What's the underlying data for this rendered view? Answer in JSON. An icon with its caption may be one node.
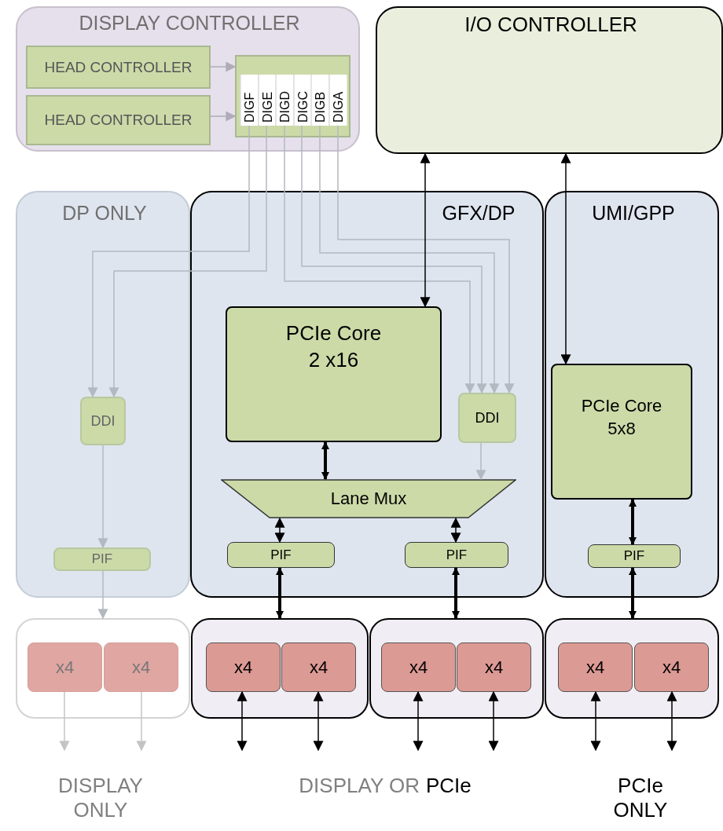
{
  "diagram": {
    "nodes": [
      {
        "text": [
          "DISPLAY CONTROLLER"
        ]
      },
      {
        "text": [
          "HEAD CONTROLLER"
        ],
        "in": 0
      },
      {
        "text": [
          "HEAD CONTROLLER"
        ],
        "in": 0
      },
      {
        "text": [],
        "shape": "box",
        "in": 0
      },
      {
        "text": [
          "DIGF"
        ],
        "in": 3
      },
      {
        "text": [
          "DIGE"
        ],
        "in": 3
      },
      {
        "text": [
          "DIGD"
        ],
        "in": 3
      },
      {
        "text": [
          "DIGC"
        ],
        "in": 3
      },
      {
        "text": [
          "DIGB"
        ],
        "in": 3
      },
      {
        "text": [
          "DIGA"
        ],
        "in": 3
      },
      {
        "text": [
          "I/O CONTROLLER"
        ]
      },
      {
        "text": [
          "DP ONLY"
        ]
      },
      {
        "text": [
          "DDI"
        ],
        "in": 11
      },
      {
        "text": [
          "PIF"
        ],
        "in": 11
      },
      {
        "text": [
          "GFX/DP"
        ]
      },
      {
        "text": [
          "PCIe Core 2 x16"
        ],
        "in": 14
      },
      {
        "text": [
          "DDI"
        ],
        "in": 14
      },
      {
        "text": [
          "Lane Mux"
        ],
        "in": 14
      },
      {
        "text": [
          "PIF"
        ],
        "in": 14
      },
      {
        "text": [
          "PIF"
        ],
        "in": 14
      },
      {
        "text": [
          "UMI/GPP"
        ]
      },
      {
        "text": [
          "PCIe Core 5x8"
        ],
        "in": 20
      },
      {
        "text": [
          "PIF"
        ],
        "in": 20
      },
      {
        "text": [],
        "shape": "box"
      },
      {
        "text": [
          "x4"
        ],
        "in": 23
      },
      {
        "text": [
          "x4"
        ],
        "in": 23
      },
      {
        "text": [],
        "shape": "box"
      },
      {
        "text": [
          "x4"
        ],
        "in": 26
      },
      {
        "text": [
          "x4"
        ],
        "in": 26
      },
      {
        "text": [],
        "shape": "box"
      },
      {
        "text": [
          "x4"
        ],
        "in": 29
      },
      {
        "text": [
          "x4"
        ],
        "in": 29
      },
      {
        "text": [],
        "shape": "box"
      },
      {
        "text": [
          "x4"
        ],
        "in": 32
      },
      {
        "text": [
          "x4"
        ],
        "in": 32
      }
    ],
    "edges": [
      {
        "from": 1,
        "to": 3,
        "arrow": "to",
        "color": "#b0abb8"
      },
      {
        "from": 2,
        "to": 3,
        "arrow": "to",
        "color": "#b0abb8"
      },
      {
        "from": 4,
        "to": 12,
        "arrow": "to",
        "color": "#b4b8c0"
      },
      {
        "from": 5,
        "to": 12,
        "arrow": "to",
        "color": "#b4b8c0"
      },
      {
        "from": 6,
        "to": 16,
        "arrow": "to",
        "color": "#b4b8c0"
      },
      {
        "from": 7,
        "to": 16,
        "arrow": "to",
        "color": "#b4b8c0"
      },
      {
        "from": 8,
        "to": 16,
        "arrow": "to",
        "color": "#b4b8c0"
      },
      {
        "from": 9,
        "to": 16,
        "arrow": "to",
        "color": "#b4b8c0"
      },
      {
        "from": 10,
        "to": 15,
        "arrow": "both"
      },
      {
        "from": 10,
        "to": 21,
        "arrow": "both"
      },
      {
        "from": 12,
        "to": 13,
        "arrow": "to",
        "color": "#b4b8c0"
      },
      {
        "from": 13,
        "to": 23,
        "arrow": "to",
        "color": "#b4b8c0"
      },
      {
        "from": 15,
        "to": 17,
        "arrow": "both",
        "style": "thick"
      },
      {
        "from": 16,
        "to": 17,
        "arrow": "to",
        "color": "#b4b8c0"
      },
      {
        "from": 17,
        "to": 18,
        "arrow": "both"
      },
      {
        "from": 17,
        "to": 19,
        "arrow": "both"
      },
      {
        "from": 18,
        "to": 26,
        "arrow": "both",
        "style": "thick"
      },
      {
        "from": 19,
        "to": 29,
        "arrow": "both",
        "style": "thick"
      },
      {
        "from": 21,
        "to": 22,
        "arrow": "both",
        "style": "thick"
      },
      {
        "from": 22,
        "to": 32,
        "arrow": "both",
        "style": "thick"
      },
      {
        "from": 24,
        "to": null,
        "arrow": "to",
        "color": "#c4c4c4"
      },
      {
        "from": 25,
        "to": null,
        "arrow": "to",
        "color": "#c4c4c4"
      },
      {
        "from": 27,
        "to": null,
        "arrow": "both"
      },
      {
        "from": 28,
        "to": null,
        "arrow": "both"
      },
      {
        "from": 30,
        "to": null,
        "arrow": "both"
      },
      {
        "from": 31,
        "to": null,
        "arrow": "both"
      },
      {
        "from": 33,
        "to": null,
        "arrow": "both"
      },
      {
        "from": 34,
        "to": null,
        "arrow": "both"
      }
    ],
    "labels": [
      "DISPLAY ONLY",
      "DISPLAY OR",
      "PCIe",
      "PCIe ONLY"
    ]
  }
}
